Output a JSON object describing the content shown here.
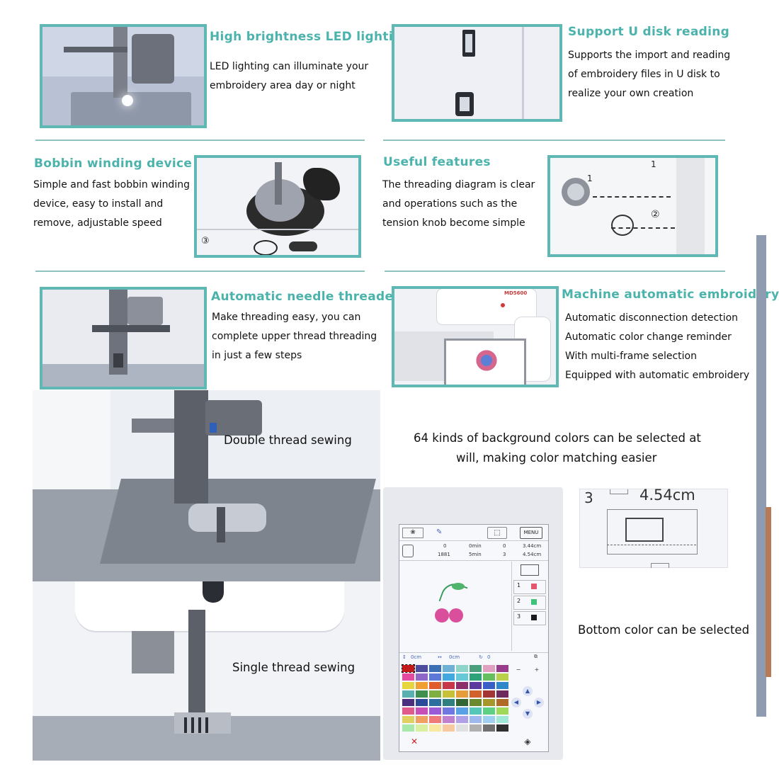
{
  "features": {
    "led": {
      "title": "High brightness LED lighting",
      "lines": [
        "LED lighting can illuminate your",
        "embroidery area day or night"
      ]
    },
    "udisk": {
      "title": "Support U disk reading",
      "lines": [
        "Supports the import and reading",
        "of embroidery files in U disk to",
        "realize your own creation"
      ]
    },
    "bobbin": {
      "title": "Bobbin winding device",
      "lines": [
        "Simple and fast bobbin winding",
        "device, easy to install and",
        "remove, adjustable speed"
      ]
    },
    "useful": {
      "title": "Useful features",
      "lines": [
        "The threading diagram is clear",
        "and operations such as the",
        "tension knob become simple"
      ]
    },
    "threader": {
      "title": "Automatic needle threader",
      "lines": [
        "Make threading easy, you can",
        "complete upper thread threading",
        "in just a few steps"
      ]
    },
    "auto_embroidery": {
      "title": "Machine automatic embroidery",
      "lines": [
        "Automatic disconnection detection",
        "Automatic color change reminder",
        "With multi-frame selection",
        "Equipped with automatic embroidery"
      ]
    }
  },
  "captions": {
    "double_thread": "Double thread sewing",
    "single_thread": "Single thread sewing",
    "colors_line1": "64 kinds of background colors can be selected at",
    "colors_line2": "will, making color matching easier",
    "bottom_color": "Bottom color can be selected"
  },
  "diagram_labels": {
    "one_a": "1",
    "one_b": "1",
    "two": "②",
    "three": "③"
  },
  "machine_label": "MD5600",
  "screen": {
    "stitch_count": "0",
    "stitch_total": "1881",
    "time_elapsed": "0min",
    "time_total": "5min",
    "color_index": "0",
    "color_total": "3",
    "width": "3.44cm",
    "height": "4.54cm",
    "menu_label": "MENU",
    "threads": [
      {
        "num": "1",
        "color": "#e2566e"
      },
      {
        "num": "2",
        "color": "#3fc27a"
      },
      {
        "num": "3",
        "color": "#1a1a1a"
      }
    ],
    "offset_y": "0cm",
    "offset_x": "0cm",
    "rotation": "0",
    "palette": [
      "#c21a1a",
      "#4d4d9c",
      "#3d6fb5",
      "#6fb1d6",
      "#8fd4c9",
      "#4c9f7c",
      "#e0a0c0",
      "#9a3c8c",
      "#e24ba0",
      "#8f68c7",
      "#5d78d6",
      "#43a8e0",
      "#67c8d8",
      "#2ea37a",
      "#66bf5f",
      "#b8d04a",
      "#e6d53d",
      "#f0a032",
      "#e05b2e",
      "#c6374a",
      "#8c2f6b",
      "#5a3a9c",
      "#3a5fc4",
      "#2f86c9",
      "#58b0b0",
      "#3f8f4f",
      "#7fae42",
      "#c7c13a",
      "#e79c3a",
      "#d2622c",
      "#a43535",
      "#6e2c5c",
      "#4b2f7e",
      "#2c4a9a",
      "#2c6e9e",
      "#2f7f7f",
      "#336633",
      "#6b8a2e",
      "#a7962b",
      "#b06a28",
      "#e05a8c",
      "#c64fb8",
      "#9a5cd6",
      "#6f78e0",
      "#5aa0e6",
      "#54c7b8",
      "#5fcf84",
      "#a0d85a",
      "#e0d060",
      "#f0a060",
      "#f07a7a",
      "#c080d0",
      "#b0a0e8",
      "#a0b8f0",
      "#a0d0f0",
      "#a0e8d8",
      "#a8e8a8",
      "#d8f0a0",
      "#f8e8a0",
      "#f8c8a0",
      "#e0e0e0",
      "#b0b0b0",
      "#707070",
      "#303030"
    ]
  },
  "zoom_panel": {
    "index": "3",
    "size": "4.54cm"
  },
  "colors": {
    "accent": "#4bb3ac",
    "border": "#5fb8b3",
    "rule": "#8ec3c0"
  }
}
